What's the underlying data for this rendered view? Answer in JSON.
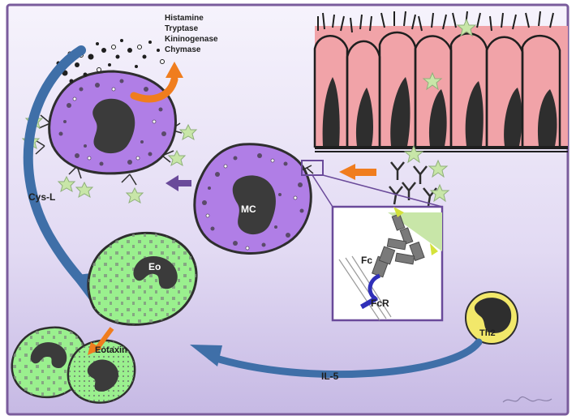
{
  "mediators": [
    "Histamine",
    "Tryptase",
    "Kininogenase",
    "Chymase"
  ],
  "labels": {
    "cys_l": "Cys-L",
    "mast_cell": "MC",
    "eosinophil": "Eo",
    "eotaxin": "Eotaxin",
    "fc": "Fc",
    "fc_receptor": "FcR",
    "th2": "Th2",
    "il5": "IL-5"
  },
  "colors": {
    "background_top": "#f4f1fb",
    "background_bottom": "#c9bde6",
    "frame": "#7a5c9c",
    "mast_cell": "#b07ee6",
    "eosinophil": "#9af08e",
    "nucleus": "#3b3b3b",
    "epithelium": "#f1a3a8",
    "antigen": "#c8e6a8",
    "arrow_blue": "#3f6fa8",
    "arrow_orange": "#f07d1e",
    "arrow_purple": "#6a4a9a",
    "th2_ring": "#f2e86a",
    "receptor": "#2f2fb8"
  }
}
